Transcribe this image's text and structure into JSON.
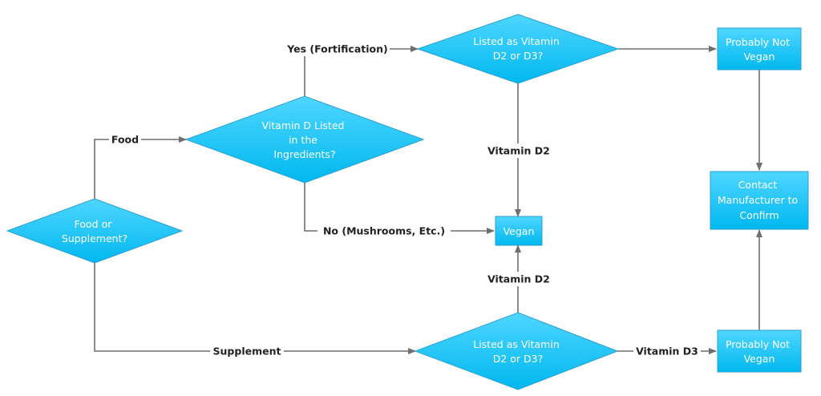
{
  "nodes": {
    "start": {
      "lines": [
        "Food or",
        "Supplement?"
      ]
    },
    "food_decision": {
      "lines": [
        "Vitamin D Listed",
        "in the",
        "Ingredients?"
      ]
    },
    "fort_decision": {
      "lines": [
        "Listed as Vitamin",
        "D2 or D3?"
      ]
    },
    "supp_decision": {
      "lines": [
        "Listed as Vitamin",
        "D2 or D3?"
      ]
    },
    "vegan": {
      "lines": [
        "Vegan"
      ]
    },
    "not_vegan_top": {
      "lines": [
        "Probably Not",
        "Vegan"
      ]
    },
    "not_vegan_bottom": {
      "lines": [
        "Probably Not",
        "Vegan"
      ]
    },
    "contact": {
      "lines": [
        "Contact",
        "Manufacturer to",
        "Confirm"
      ]
    }
  },
  "edges": {
    "food": "Food",
    "supplement": "Supplement",
    "yes_fortification": "Yes (Fortification)",
    "no_mushrooms": "No (Mushrooms, Etc.)",
    "vitamin_d2_top": "Vitamin D2",
    "vitamin_d2_bottom": "Vitamin D2",
    "vitamin_d3": "Vitamin D3"
  },
  "colors": {
    "node_fill_top": "#4fd6ff",
    "node_fill_bottom": "#00b8ef",
    "node_border": "#2a9fd6",
    "connector": "#6f6f6f",
    "label_text": "#222222"
  }
}
